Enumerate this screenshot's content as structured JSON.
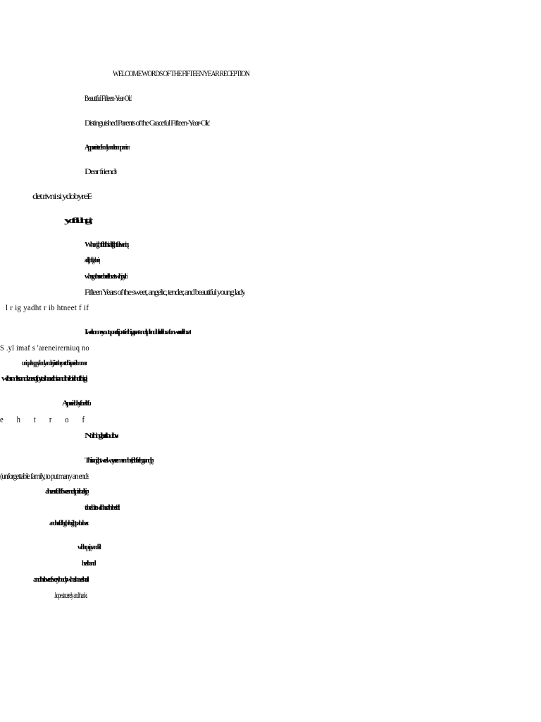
{
  "document": {
    "title": "WELCOME WORDS OF THE FIFTEEN YEAR RECEPTION",
    "lines": [
      "Beautiful Fifteen-Year-Old",
      "Distinguished Parents of the Graceful Fifteen-Year-Old",
      "Appreciated family and companions",
      "Dear friends",
      "det rivni si ydobyreE",
      "yo fo llu ht gin",
      "Who nightfall of this delightful evening",
      "a delightful gathering",
      "who gathered to celebrate with joy this",
      "Fifteen Years of the sweet, angelic, tender, and beautiful young lady",
      "l r ig yadht r ib htneet f if",
      "I welcome you to participate in this great and splendid celebration we celebrate",
      "S .yl imaf s 'areneirerniuq no",
      "unique happy family and rejoice to be part of this special moment",
      "with smiles and tears of joy to share this and the birth of this girl",
      "A special day for all of us",
      "e h t r o f",
      "Nothing lasts but love",
      "This is a night we always remember, full of feelings and joy",
      "(unforgettable family, to put many an ends",
      "a heart full of love and spirit in all its joy",
      "to be able to wish her all the best in life",
      "and her fulfilling the bright path ahead",
      "with hope, joy and faith",
      "health and life",
      "and the love of everybody who shares her life",
      ".hope sincerely and thanks"
    ]
  }
}
